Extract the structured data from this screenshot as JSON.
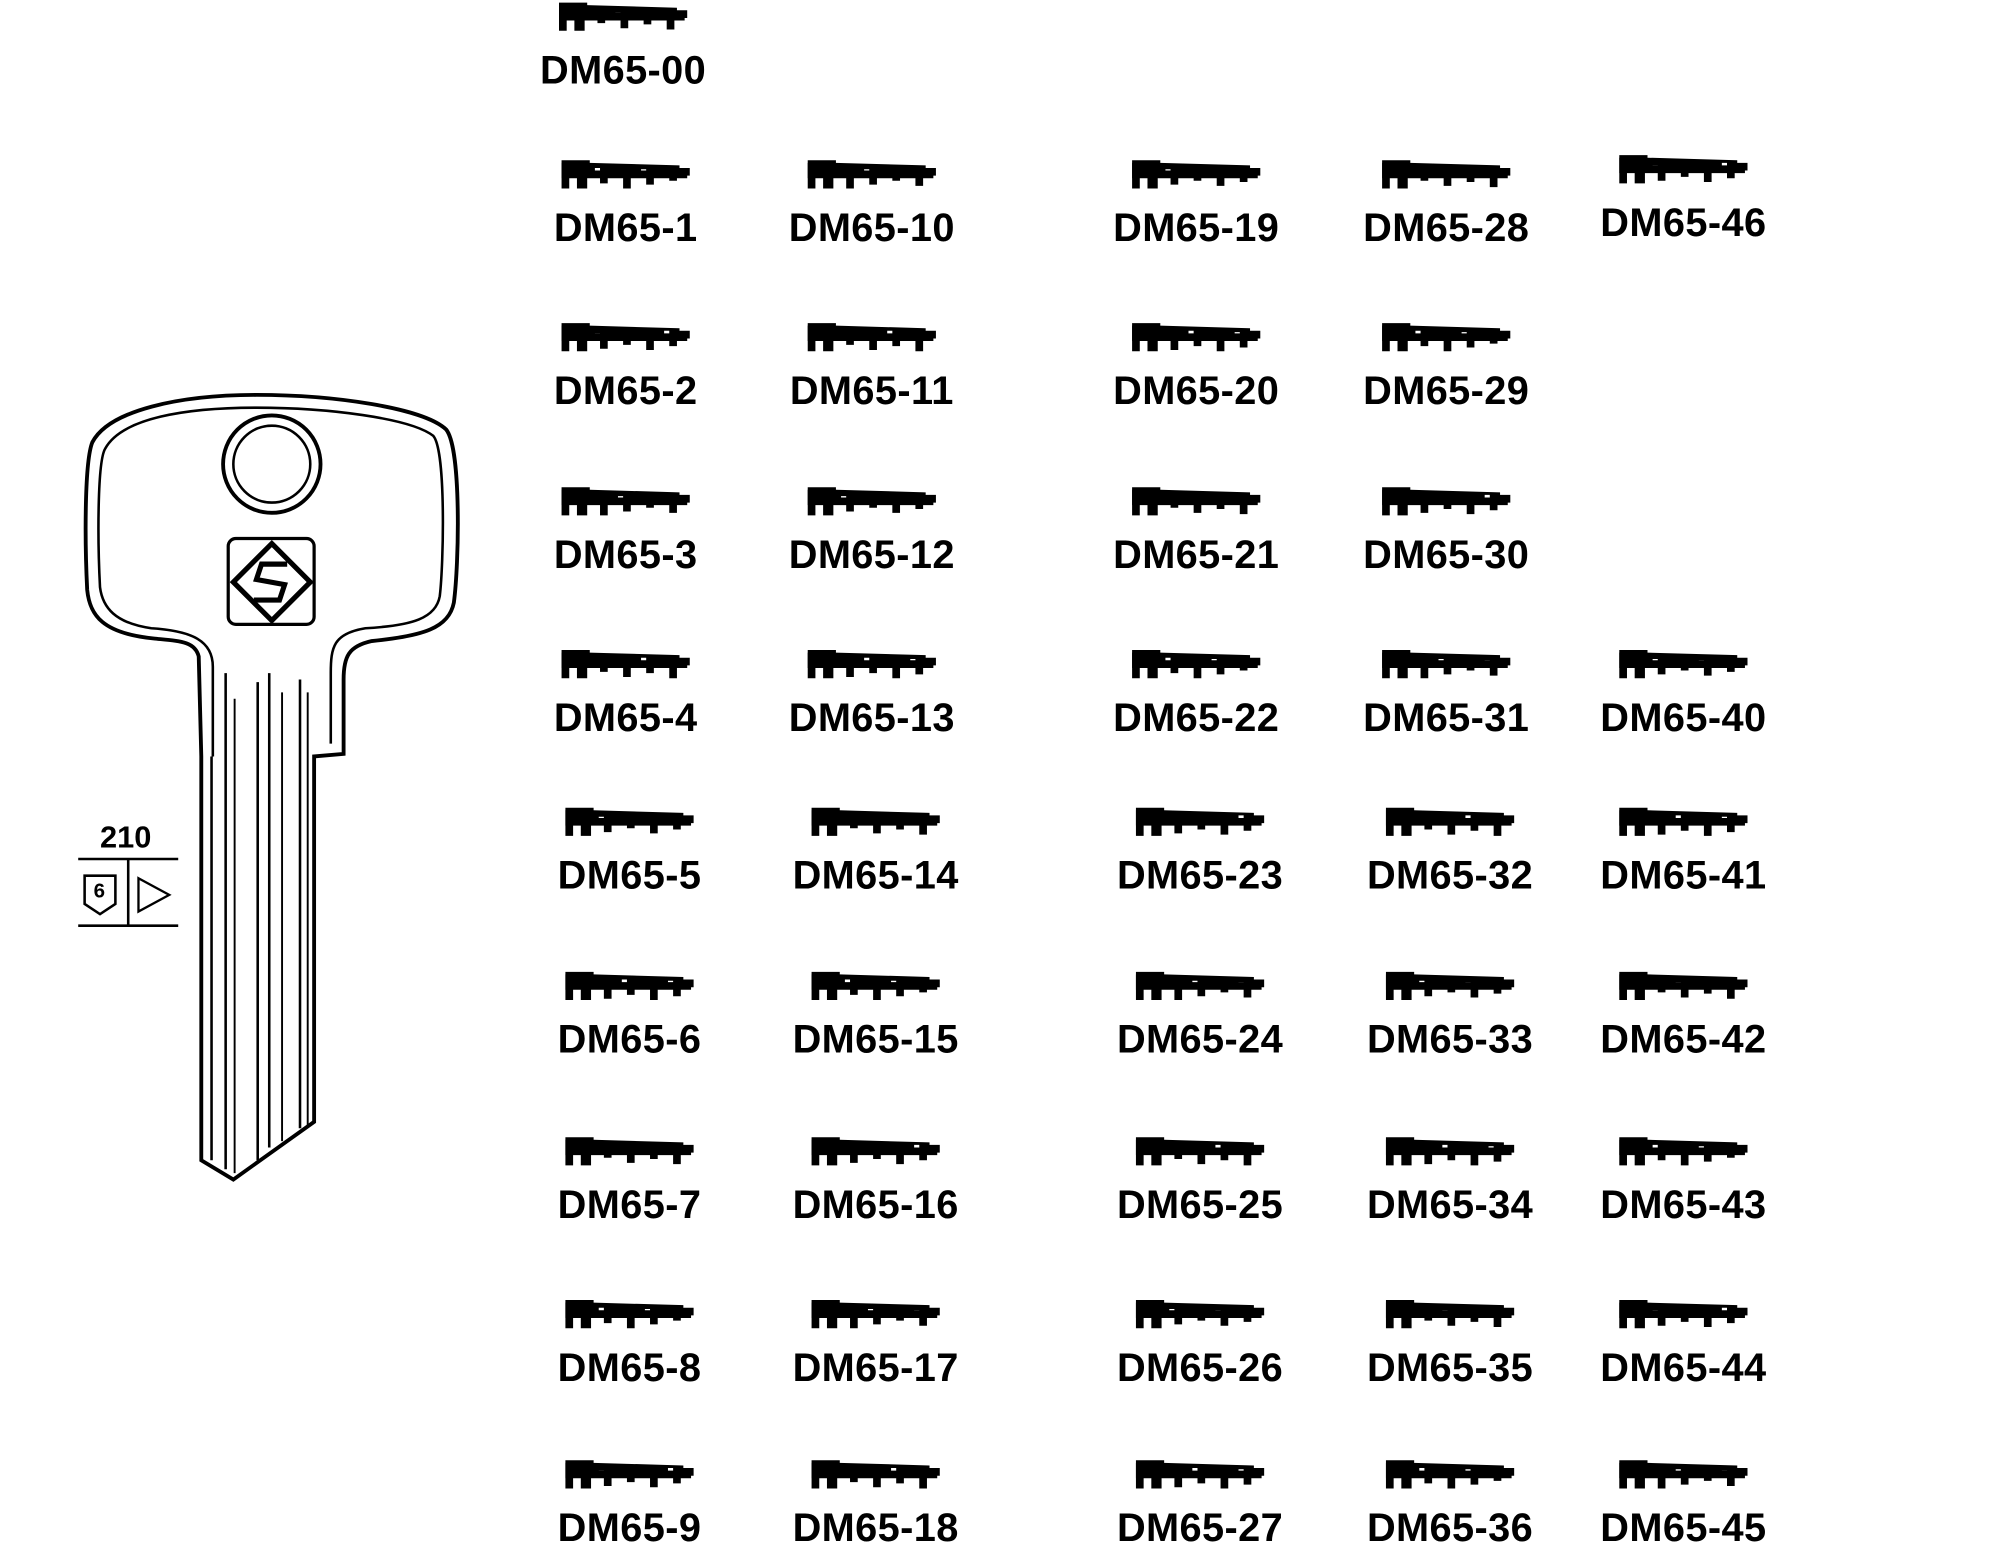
{
  "key": {
    "code": "210",
    "marking_number": "6",
    "colors": {
      "ink": "#000000",
      "background": "#ffffff"
    }
  },
  "top_item": "DM65-00",
  "columns": [
    [
      "DM65-1",
      "DM65-2",
      "DM65-3",
      "DM65-4",
      "DM65-5",
      "DM65-6",
      "DM65-7",
      "DM65-8",
      "DM65-9"
    ],
    [
      "DM65-10",
      "DM65-11",
      "DM65-12",
      "DM65-13",
      "DM65-14",
      "DM65-15",
      "DM65-16",
      "DM65-17",
      "DM65-18"
    ],
    [
      "DM65-19",
      "DM65-20",
      "DM65-21",
      "DM65-22",
      "DM65-23",
      "DM65-24",
      "DM65-25",
      "DM65-26",
      "DM65-27"
    ],
    [
      "DM65-28",
      "DM65-29",
      "DM65-30",
      "DM65-31",
      "DM65-32",
      "DM65-33",
      "DM65-34",
      "DM65-35",
      "DM65-36"
    ],
    [
      "DM65-46",
      null,
      null,
      "DM65-40",
      "DM65-41",
      "DM65-42",
      "DM65-43",
      "DM65-44",
      "DM65-45"
    ]
  ]
}
